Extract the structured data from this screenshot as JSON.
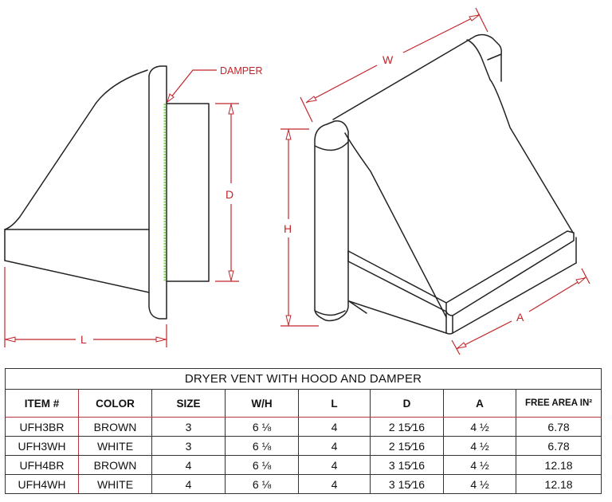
{
  "drawing": {
    "side_view": {
      "callout": "DAMPER",
      "dimensions": {
        "depth": "D",
        "length": "L"
      }
    },
    "iso_view": {
      "dimensions": {
        "width": "W",
        "height": "H",
        "a": "A"
      }
    },
    "colors": {
      "outline": "#222222",
      "dimension": "#c0262b",
      "damper": "#7ed957"
    }
  },
  "table": {
    "title": "DRYER VENT WITH HOOD AND DAMPER",
    "columns": [
      "ITEM #",
      "COLOR",
      "SIZE",
      "W/H",
      "L",
      "D",
      "A",
      "FREE AREA IN²"
    ],
    "rows": [
      [
        "UFH3BR",
        "BROWN",
        "3",
        "6 ⅛",
        "4",
        "2 15⁄16",
        "4 ½",
        "6.78"
      ],
      [
        "UFH3WH",
        "WHITE",
        "3",
        "6 ⅛",
        "4",
        "2 15⁄16",
        "4 ½",
        "6.78"
      ],
      [
        "UFH4BR",
        "BROWN",
        "4",
        "6 ⅛",
        "4",
        "3 15⁄16",
        "4 ½",
        "12.18"
      ],
      [
        "UFH4WH",
        "WHITE",
        "4",
        "6 ⅛",
        "4",
        "3 15⁄16",
        "4 ½",
        "12.18"
      ]
    ]
  }
}
